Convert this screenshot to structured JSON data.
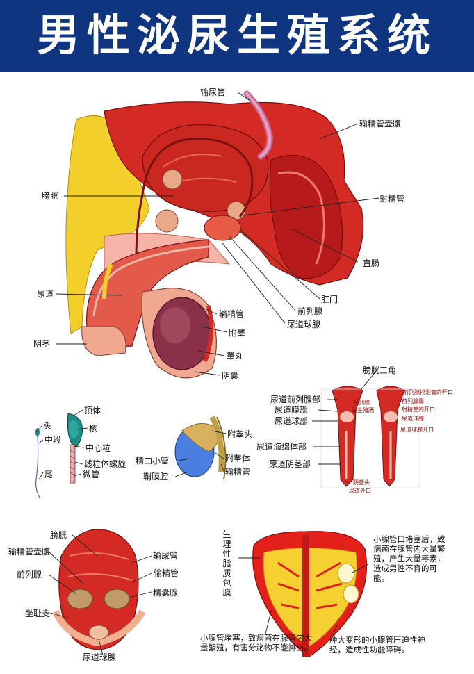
{
  "title": "男性泌尿生殖系统",
  "colors": {
    "banner": "#0f3580",
    "muscle": "#d42a24",
    "deep_red": "#9a1214",
    "fat_yellow": "#f2cf2a",
    "skin": "#f0a890",
    "testis": "#8a3048",
    "sperm_teal": "#1f8a86",
    "sac_blue": "#4a7fe0"
  },
  "main_section": {
    "labels": {
      "ureter": "输尿管",
      "ampulla": "输精管壶腹",
      "bladder": "膀胱",
      "ejaculatory_duct": "射精管",
      "rectum": "直肠",
      "urethra": "尿道",
      "anus": "肛门",
      "prostate": "前列腺",
      "vas_deferens": "输精管",
      "bulbourethral_gland": "尿道球腺",
      "epididymis": "附睾",
      "penis": "阴茎",
      "testis": "睾丸",
      "scrotum": "阴囊"
    }
  },
  "sperm_section": {
    "labels": {
      "acrosome": "顶体",
      "head": "头",
      "nucleus": "核",
      "middle_piece": "中段",
      "centriole": "中心粒",
      "mito_helix": "线粒体螺旋",
      "microtubule": "微管",
      "tail": "尾"
    }
  },
  "testis_section": {
    "labels": {
      "epididymis_head": "附睾头",
      "seminiferous_tubule": "精曲小管",
      "epididymis_body": "附睾体",
      "tunica_cavity": "鞘膜腔",
      "vas_deferens": "输精管"
    }
  },
  "urethra_section": {
    "labels": {
      "trigone": "膀胱三角",
      "prostatic_duct_opening": "前列腺排泄管的开口",
      "prostatic_part": "尿道前列腺部",
      "prostate_small": "前列腺",
      "prostatic_utricle": "前列腺囊",
      "membranous_part": "尿道膜部",
      "sphincter_small": "尿生殖膈",
      "ejaculatory_opening": "射精管的开口",
      "bulbous_part": "尿道球部",
      "bulb_gland": "尿道球腺",
      "cavernous_part": "尿道海绵体部",
      "bulb_gland_opening": "尿道球腺开口",
      "penile_part": "尿道阴茎部",
      "glans": "阴茎头",
      "external_orifice": "尿道外口"
    }
  },
  "posterior_section": {
    "labels": {
      "bladder": "膀胱",
      "ampulla": "输精管壶腹",
      "ureter": "输尿管",
      "vas_deferens": "输精管",
      "prostate": "前列腺",
      "seminal_vesicle": "精囊腺",
      "ischial_ramus": "坐耻支",
      "bulb_gland": "尿道球腺"
    }
  },
  "prostate_section": {
    "capsule_label": "生理性脂质包膜",
    "note_blockage": "小腺管口堵塞后，致病菌在腺管内大量繁殖，产生大量毒素，造成男性不育的可能。",
    "note_secretion": "小腺管堵塞，致病菌在腺管内大量繁殖，有害分泌物不能排出。",
    "note_swelling": "肿大变形的小腺管压迫性神经，造成性功能障碍。"
  }
}
